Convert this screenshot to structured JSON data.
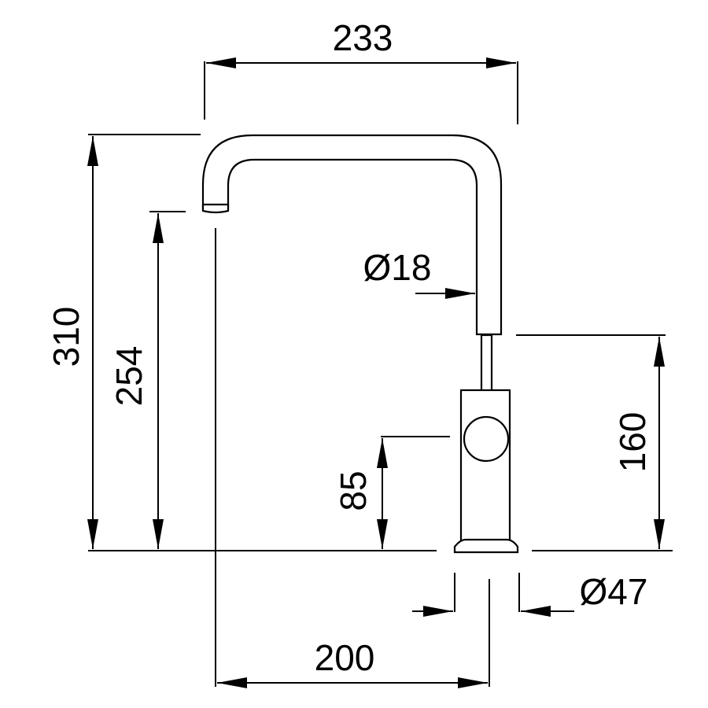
{
  "dimensions": {
    "overall_width": "233",
    "overall_height": "310",
    "spout_height": "254",
    "spout_diameter": "Ø18",
    "handle_height": "85",
    "body_height": "160",
    "base_diameter": "Ø47",
    "spout_reach": "200"
  },
  "colors": {
    "line": "#000000",
    "background": "#ffffff"
  }
}
